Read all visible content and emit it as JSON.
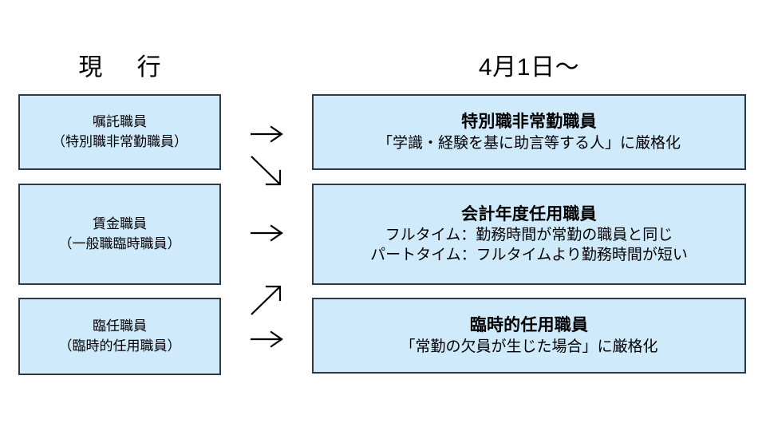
{
  "diagram": {
    "columns": {
      "current": {
        "header": "現　行"
      },
      "new": {
        "header": "4月1日〜"
      }
    },
    "left_boxes": [
      {
        "line1": "嘱託職員",
        "line2": "（特別職非常勤職員）"
      },
      {
        "line1": "賃金職員",
        "line2": "（一般職臨時職員）"
      },
      {
        "line1": "臨任職員",
        "line2": "（臨時的任用職員）"
      }
    ],
    "right_boxes": [
      {
        "title": "特別職非常勤職員",
        "sub1": "「学識・経験を基に助言等する人」に厳格化",
        "sub2": ""
      },
      {
        "title": "会計年度任用職員",
        "sub1": "フルタイム：勤務時間が常勤の職員と同じ",
        "sub2": "パートタイム：フルタイムより勤務時間が短い"
      },
      {
        "title": "臨時的任用職員",
        "sub1": "「常勤の欠員が生じた場合」に厳格化",
        "sub2": ""
      }
    ],
    "arrows": [
      {
        "name": "arrow-shokutaku-to-tokubetsu",
        "direction": "right"
      },
      {
        "name": "arrow-shokutaku-to-kaikeinendo",
        "direction": "down-right"
      },
      {
        "name": "arrow-chingin-to-kaikeinendo",
        "direction": "right"
      },
      {
        "name": "arrow-rinnin-to-kaikeinendo",
        "direction": "up-right"
      },
      {
        "name": "arrow-rinnin-to-rinjiteki",
        "direction": "right"
      }
    ],
    "colors": {
      "box_fill": "#cfeafb",
      "box_border": "#333840",
      "text": "#000000",
      "background": "#ffffff"
    }
  }
}
